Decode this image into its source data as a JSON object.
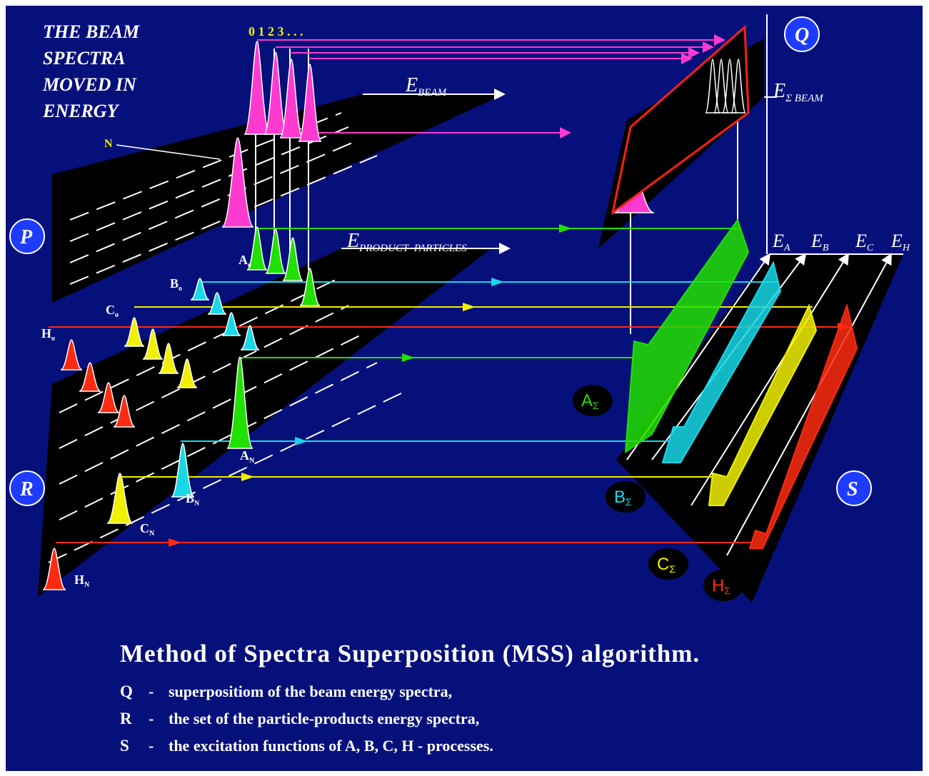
{
  "diagram": {
    "heading_lines": [
      "THE BEAM",
      "SPECTRA",
      "MOVED IN",
      "ENERGY"
    ],
    "beam_indices": "0 1 2 3 . . .",
    "n_label": "N",
    "circle_labels": {
      "p": "P",
      "q": "Q",
      "r": "R",
      "s": "S"
    },
    "axis_beam": {
      "main": "E",
      "sub": "BEAM"
    },
    "axis_sum_beam": {
      "main": "E",
      "sub": "Σ BEAM"
    },
    "axis_products": {
      "main": "E",
      "sub": "PRODUCT–PARTICLES"
    },
    "axis_ea": {
      "main": "E",
      "sub": "A"
    },
    "axis_eb": {
      "main": "E",
      "sub": "B"
    },
    "axis_ec": {
      "main": "E",
      "sub": "C"
    },
    "axis_eh": {
      "main": "E",
      "sub": "H"
    },
    "zero_labels": {
      "a": {
        "main": "A",
        "sub": "o"
      },
      "b": {
        "main": "B",
        "sub": "o"
      },
      "c": {
        "main": "C",
        "sub": "o"
      },
      "h": {
        "main": "H",
        "sub": "o"
      }
    },
    "n_labels": {
      "a": {
        "main": "A",
        "sub": "N"
      },
      "b": {
        "main": "B",
        "sub": "N"
      },
      "c": {
        "main": "C",
        "sub": "N"
      },
      "h": {
        "main": "H",
        "sub": "N"
      }
    },
    "sum_labels": {
      "a": {
        "main": "A",
        "sub": "Σ"
      },
      "b": {
        "main": "B",
        "sub": "Σ"
      },
      "c": {
        "main": "C",
        "sub": "Σ"
      },
      "h": {
        "main": "H",
        "sub": "Σ"
      }
    },
    "colors": {
      "background": "#06107a",
      "beam": "#ff3ad0",
      "a": "#22e000",
      "b": "#18d8e8",
      "c": "#f0f000",
      "h": "#ff2a10",
      "yellow_text": "#f0f000",
      "circle": "#1e3cff"
    }
  },
  "caption": {
    "title": "Method of Spectra Superposition (MSS) algorithm.",
    "items": [
      {
        "key": "Q",
        "text": "superpositiom of the beam energy spectra,"
      },
      {
        "key": "R",
        "text": "the set of the particle-products energy spectra,"
      },
      {
        "key": "S",
        "text": "the excitation functions of A, B, C, H - processes."
      }
    ]
  }
}
